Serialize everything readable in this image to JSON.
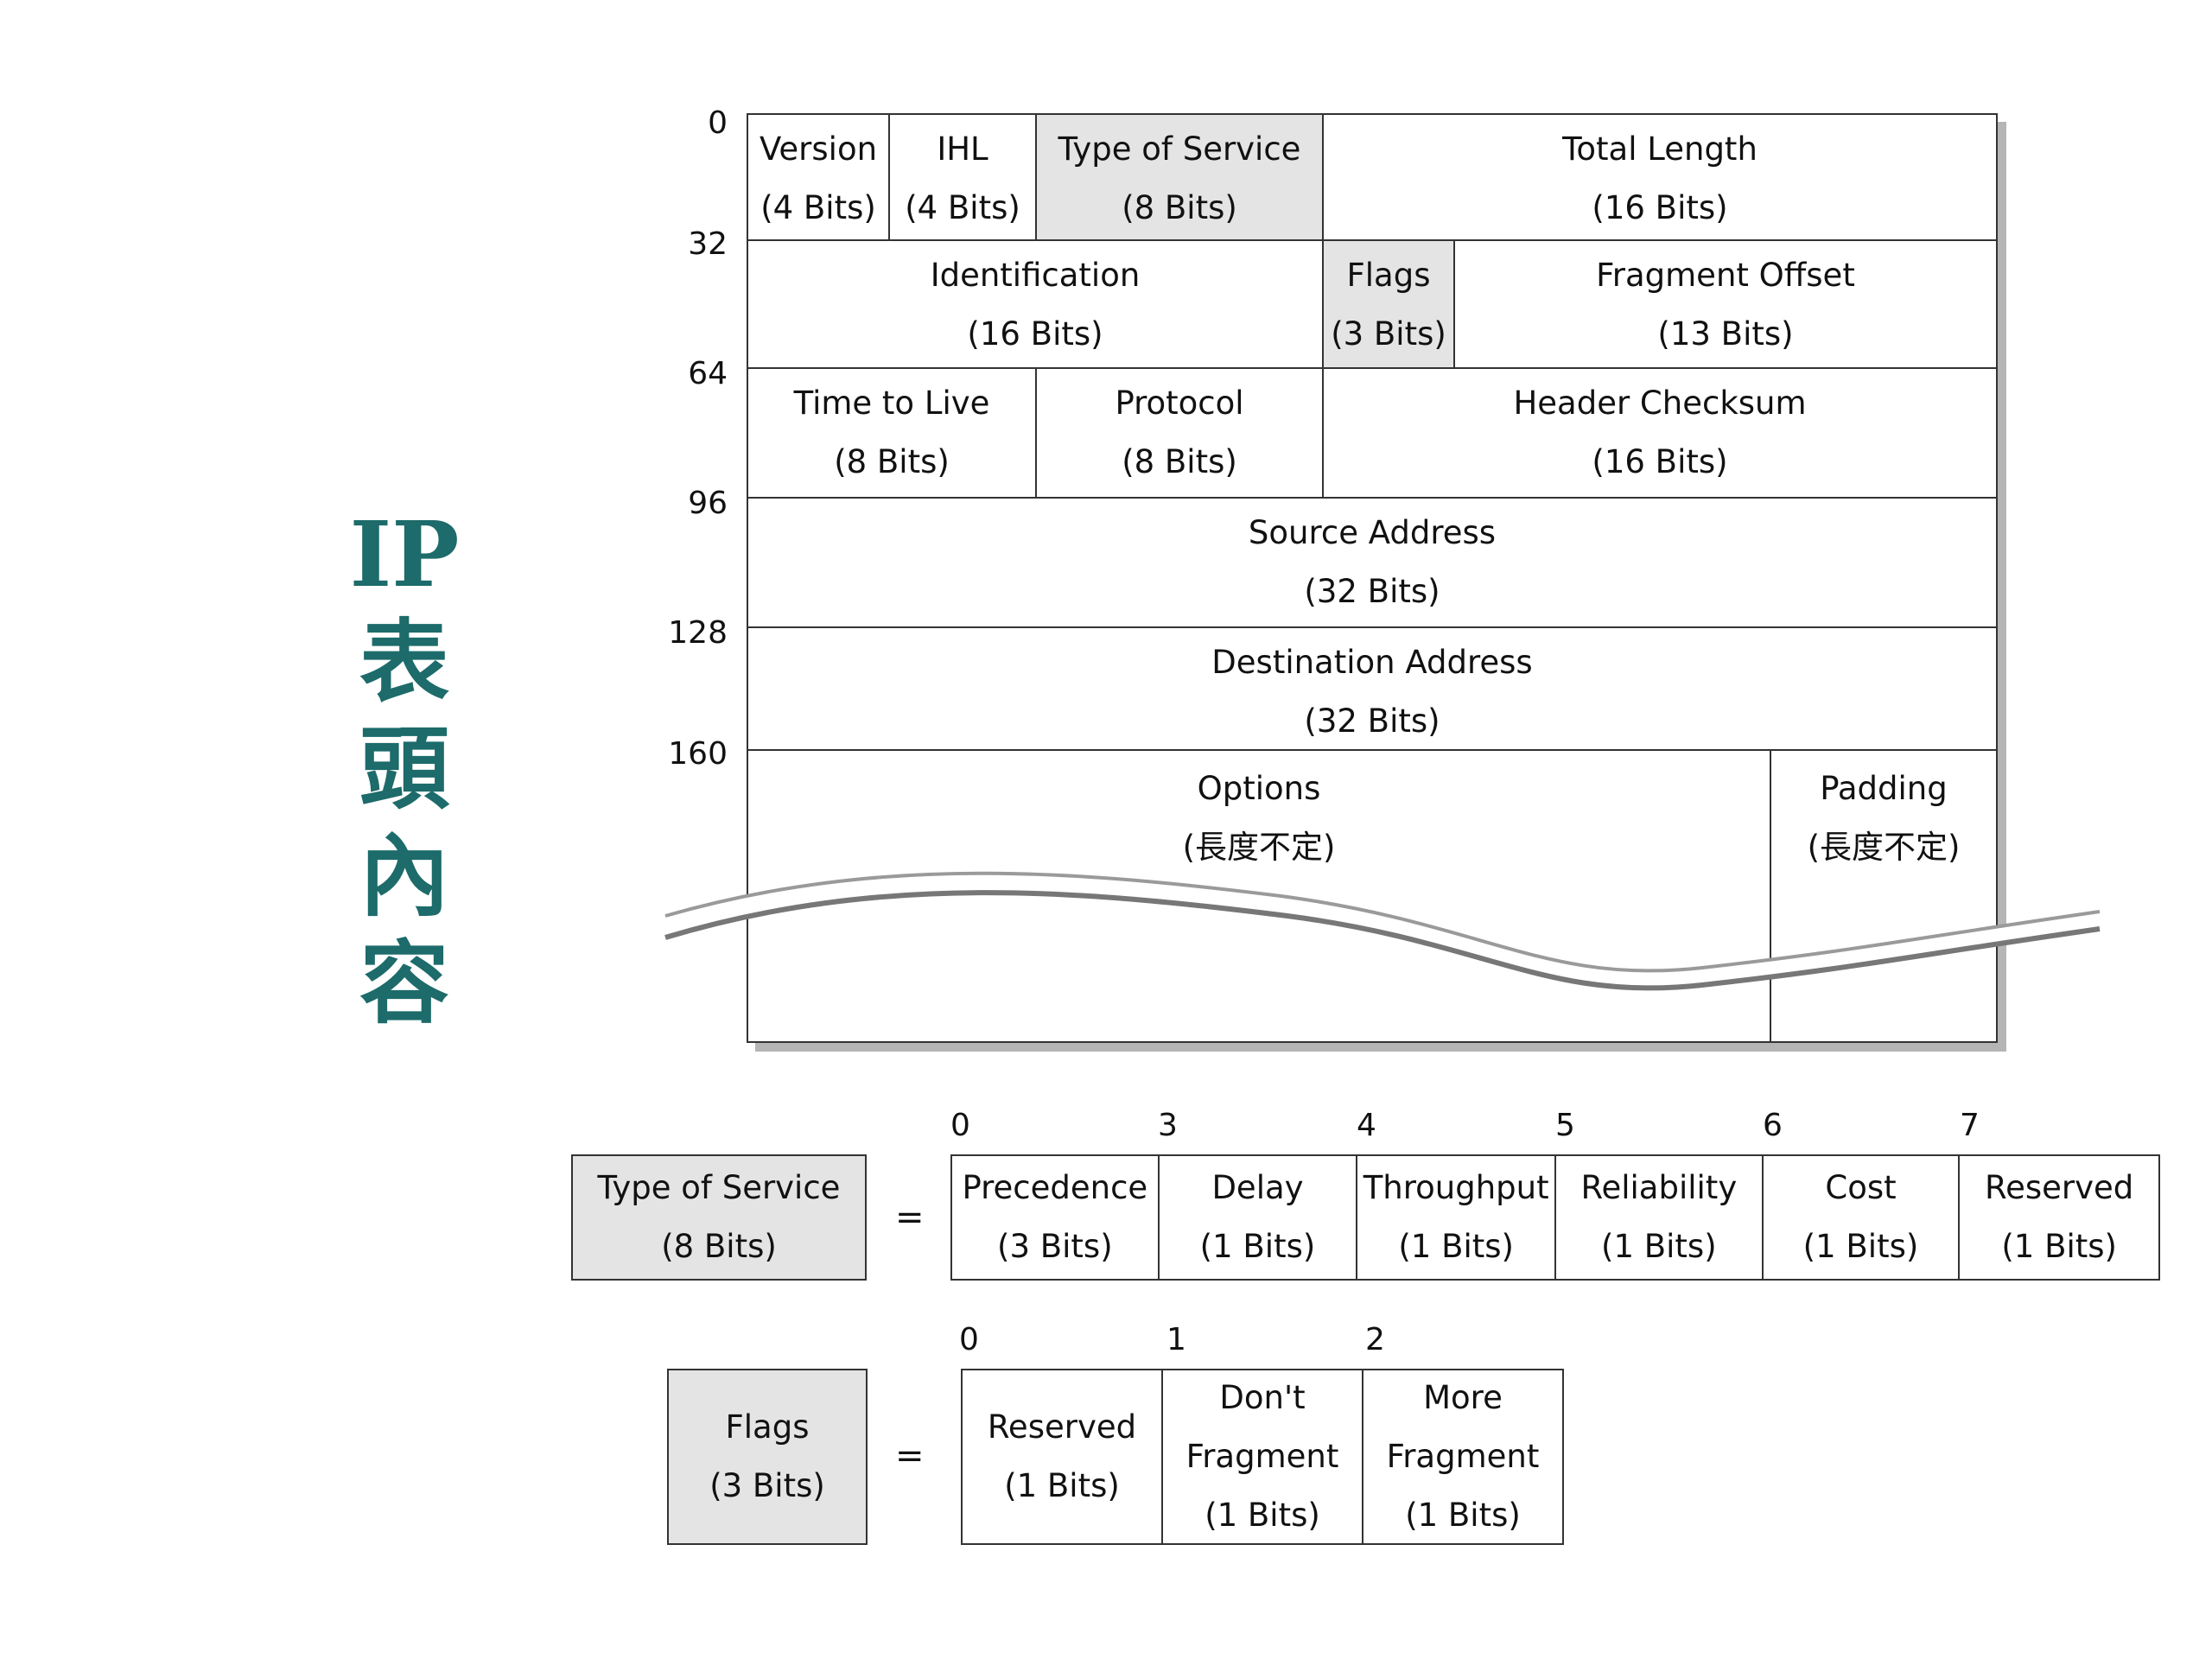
{
  "title": [
    "IP",
    "表",
    "頭",
    "內",
    "容"
  ],
  "offsets": [
    "0",
    "32",
    "64",
    "96",
    "128",
    "160"
  ],
  "header": {
    "version": {
      "name": "Version",
      "size": "(4 Bits)"
    },
    "ihl": {
      "name": "IHL",
      "size": "(4 Bits)"
    },
    "tos": {
      "name": "Type of Service",
      "size": "(8 Bits)"
    },
    "total_length": {
      "name": "Total Length",
      "size": "(16 Bits)"
    },
    "identification": {
      "name": "Identification",
      "size": "(16 Bits)"
    },
    "flags": {
      "name": "Flags",
      "size": "(3 Bits)"
    },
    "fragment_offset": {
      "name": "Fragment Offset",
      "size": "(13 Bits)"
    },
    "ttl": {
      "name": "Time to Live",
      "size": "(8 Bits)"
    },
    "protocol": {
      "name": "Protocol",
      "size": "(8 Bits)"
    },
    "checksum": {
      "name": "Header Checksum",
      "size": "(16 Bits)"
    },
    "source": {
      "name": "Source Address",
      "size": "(32 Bits)"
    },
    "destination": {
      "name": "Destination Address",
      "size": "(32 Bits)"
    },
    "options": {
      "name": "Options",
      "size": "(長度不定)"
    },
    "padding": {
      "name": "Padding",
      "size": "(長度不定)"
    }
  },
  "tos_breakdown": {
    "label": {
      "name": "Type of Service",
      "size": "(8 Bits)"
    },
    "equals": "=",
    "bit_positions": [
      "0",
      "3",
      "4",
      "5",
      "6",
      "7"
    ],
    "fields": [
      {
        "name": "Precedence",
        "size": "(3 Bits)"
      },
      {
        "name": "Delay",
        "size": "(1 Bits)"
      },
      {
        "name": "Throughput",
        "size": "(1 Bits)"
      },
      {
        "name": "Reliability",
        "size": "(1 Bits)"
      },
      {
        "name": "Cost",
        "size": "(1 Bits)"
      },
      {
        "name": "Reserved",
        "size": "(1 Bits)"
      }
    ]
  },
  "flags_breakdown": {
    "label": {
      "name": "Flags",
      "size": "(3 Bits)"
    },
    "equals": "=",
    "bit_positions": [
      "0",
      "1",
      "2"
    ],
    "fields": [
      {
        "lines": [
          "Reserved",
          "(1 Bits)"
        ]
      },
      {
        "lines": [
          "Don't",
          "Fragment",
          "(1 Bits)"
        ]
      },
      {
        "lines": [
          "More",
          "Fragment",
          "(1 Bits)"
        ]
      }
    ]
  },
  "colors": {
    "title": "#1d6b6b",
    "shaded": "#e4e4e4",
    "line": "#333333"
  }
}
